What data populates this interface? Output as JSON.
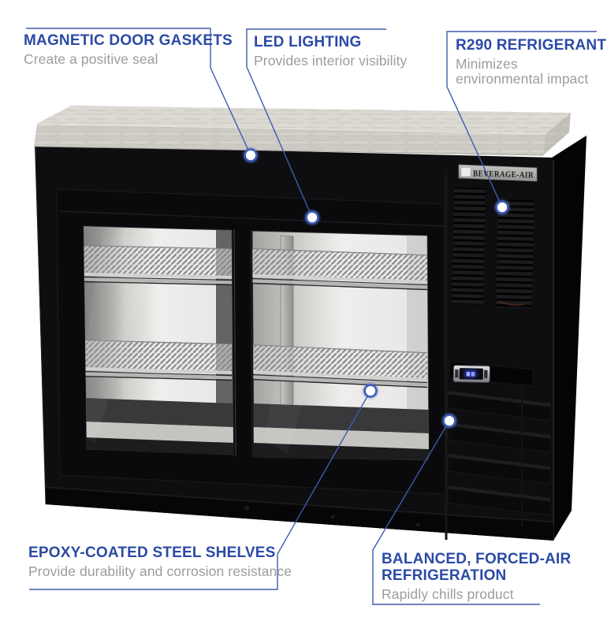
{
  "colors": {
    "title-blue": "#2b4aa6",
    "subtitle-gray": "#9c9c9e",
    "leader-blue": "#3f5caa",
    "background": "#ffffff"
  },
  "brand": {
    "nameplate": "BEVERAGE-AIR"
  },
  "callouts": [
    {
      "title": "MAGNETIC DOOR GASKETS",
      "subtitle": "Create a positive seal"
    },
    {
      "title": "LED LIGHTING",
      "subtitle": "Provides interior visibility"
    },
    {
      "title": "R290 REFRIGERANT",
      "subtitle": "Minimizes environmental impact"
    },
    {
      "title": "EPOXY-COATED STEEL SHELVES",
      "subtitle": "Provide durability and corrosion resistance"
    },
    {
      "title": "BALANCED, FORCED-AIR REFRIGERATION",
      "subtitle": "Rapidly chills product"
    }
  ]
}
